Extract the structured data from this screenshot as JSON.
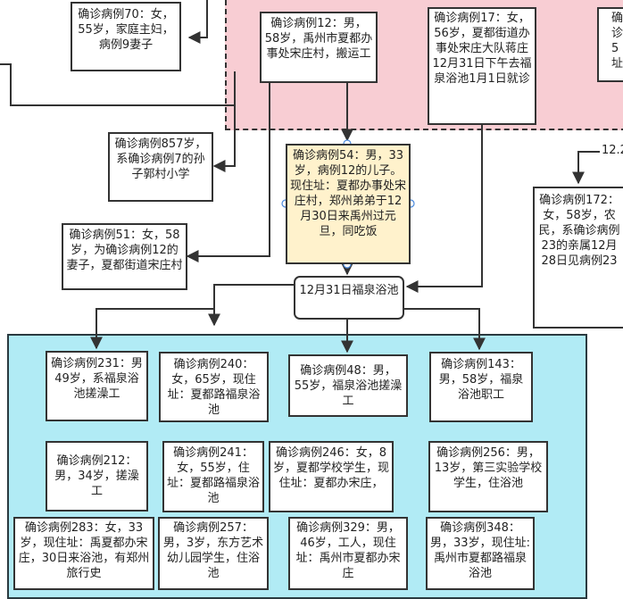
{
  "diagram": {
    "nodes": {
      "case70": "确诊病例70：女，55岁，家庭主妇，病例9妻子",
      "case12": "确诊病例12：男，58岁，禹州市夏都办事处宋庄村，搬运工",
      "case17": "确诊病例17：女，56岁，夏都街道办事处宋庄大队蒋庄12月31日下午去福泉浴池1月1日就诊",
      "case_right_partial": "确诊\n5\n址",
      "case85": "确诊病例857岁，系确诊病例7的孙子郭村小学",
      "case54": "确诊病例54：男，33岁，病例12的儿子。现住址：夏都办事处宋庄村，郑州弟弟于12月30日来禹州过元旦，同吃饭",
      "edge_label_partial": "12.2",
      "case172": "确诊病例172：女，58岁，农民，系确诊病例23的亲属12月28日见病例23",
      "case51": "确诊病例51：女，58岁，为确诊病例12的妻子，夏都街道宋庄村",
      "hub": "12月31日福泉浴池",
      "case231": "确诊病例231：男49岁，系福泉浴池搓澡工",
      "case240": "确诊病例240：女，65岁，现住址：夏都路福泉浴池",
      "case48": "确诊病例48：男，55岁，福泉浴池搓澡工",
      "case143": "确诊病例143：男，58岁，福泉浴池职工",
      "case212": "确诊病例212：男，34岁，搓澡工",
      "case241": "确诊病例241：女，55岁，住址：夏都路福泉浴池",
      "case246": "确诊病例246：女，8岁，夏都学校学生，现住址：夏都办宋庄，",
      "case256": "确诊病例256：男，13岁，第三实验学校学生，住浴池",
      "case283": "确诊病例283：女，33岁，现住址：禹夏都办宋庄，30日来浴池，有郑州旅行史",
      "case257": "确诊病例257：男，3岁，东方艺术幼儿园学生，住浴池",
      "case329": "确诊病例329：男，46岁，工人，现住址：禹州市夏都办宋庄",
      "case348": "确诊病例348：男，33岁，现住址:禹州市夏都路福泉浴池"
    },
    "colors": {
      "pink_region": "#f8cdd3",
      "cyan_region": "#b1ebf5",
      "yellow_node": "#fff2cc",
      "line": "#333333"
    }
  }
}
